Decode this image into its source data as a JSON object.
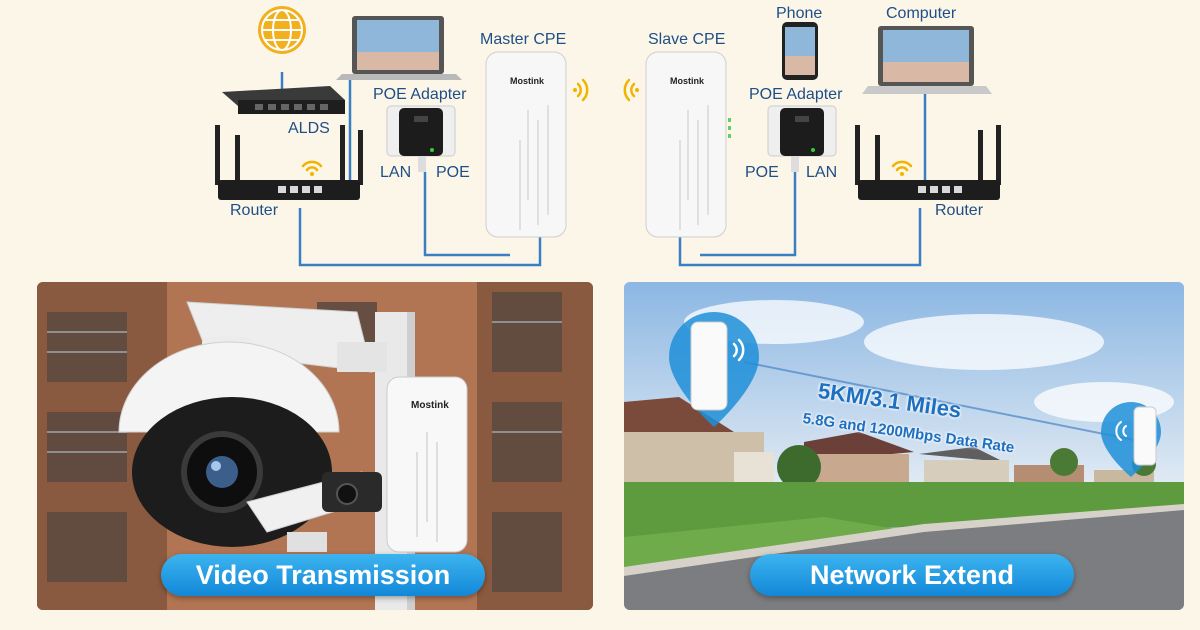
{
  "top": {
    "labels": {
      "alds": "ALDS",
      "router_left": "Router",
      "poe_adapter_left": "POE Adapter",
      "lan_left": "LAN",
      "poe_left": "POE",
      "master_cpe": "Master CPE",
      "slave_cpe": "Slave CPE",
      "phone": "Phone",
      "computer": "Computer",
      "poe_adapter_right": "POE Adapter",
      "poe_right": "POE",
      "lan_right": "LAN",
      "router_right": "Router"
    },
    "brand": "Mostink"
  },
  "panels": {
    "video": {
      "caption": "Video Transmission",
      "brand": "Mostink"
    },
    "network": {
      "caption": "Network Extend",
      "headline": "5KM/3.1 Miles",
      "subline": "5.8G and 1200Mbps Data Rate"
    }
  },
  "colors": {
    "cable": "#3a7fc4",
    "wifi": "#f0b400",
    "caption_pill": "#1f97e0",
    "label_text": "#1f4f86"
  }
}
